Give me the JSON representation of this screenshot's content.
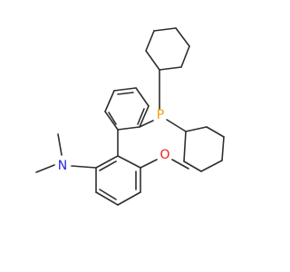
{
  "molecule": {
    "atoms": {
      "phosphorus": {
        "label": "P",
        "color": "#f5a000"
      },
      "nitrogen": {
        "label": "N",
        "color": "#2727e6"
      },
      "oxygen": {
        "label": "O",
        "color": "#e82020"
      }
    },
    "bond_color": "#2e2e2e",
    "background": "#ffffff"
  }
}
